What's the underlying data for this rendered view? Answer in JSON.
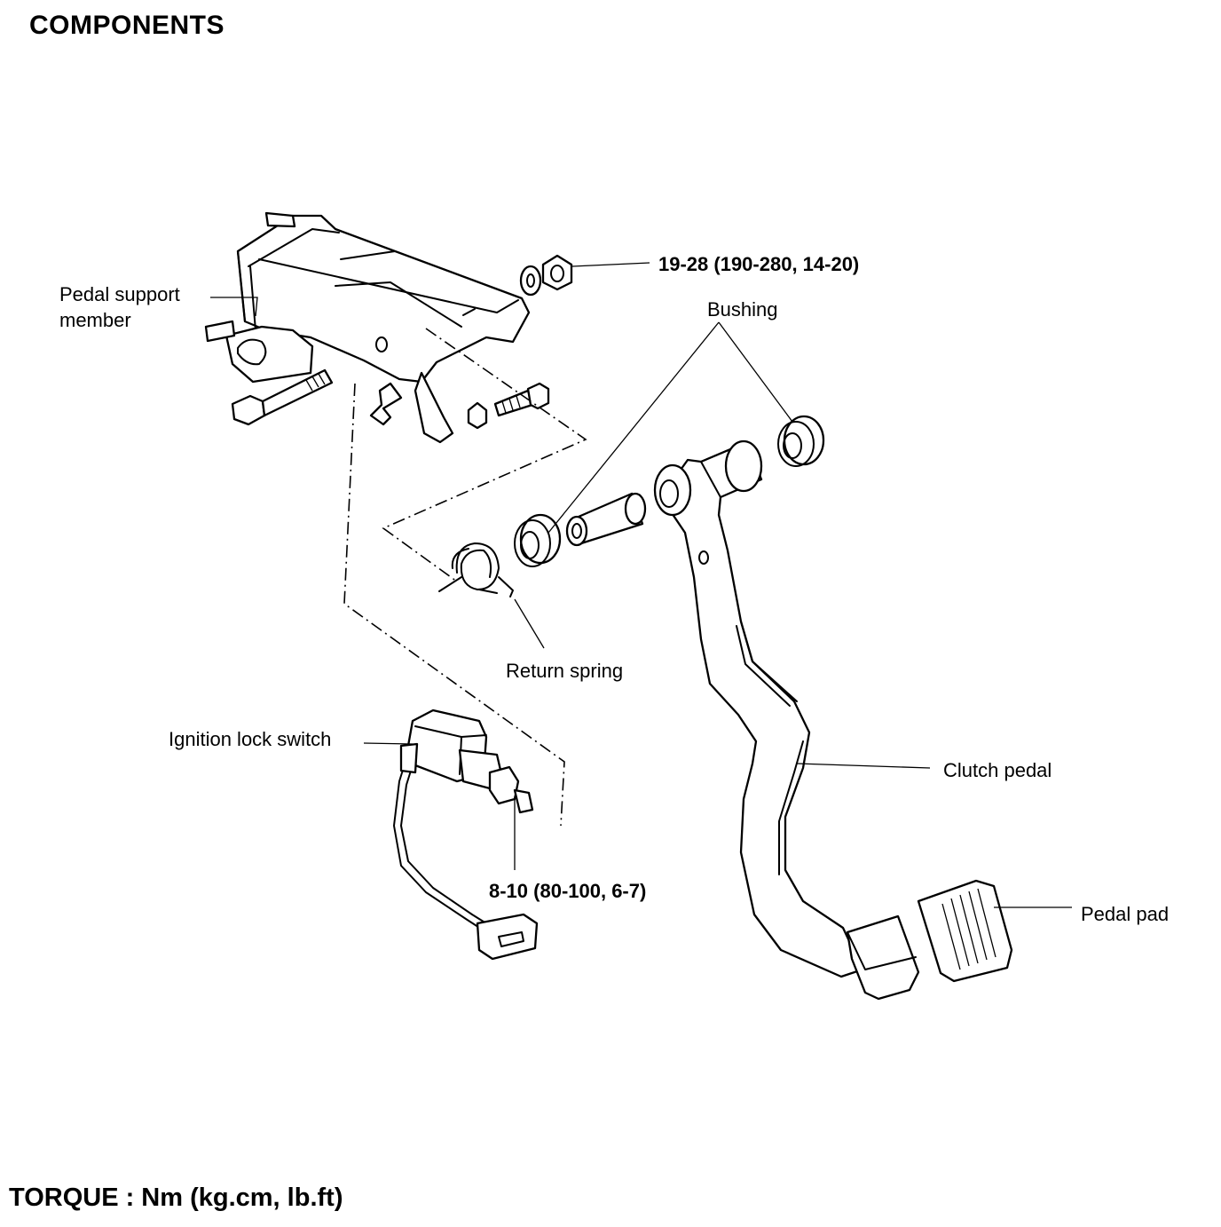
{
  "title": "COMPONENTS",
  "footer": "TORQUE : Nm (kg.cm, lb.ft)",
  "labels": {
    "pedal_support_line1": "Pedal  support",
    "pedal_support_line2": "member",
    "torque_nut": "19-28 (190-280, 14-20)",
    "bushing": "Bushing",
    "return_spring": "Return spring",
    "ignition_lock_switch": "Ignition lock switch",
    "clutch_pedal": "Clutch pedal",
    "torque_switch": "8-10 (80-100, 6-7)",
    "pedal_pad": "Pedal pad"
  },
  "icons": [
    "pedal-support-member-icon",
    "nut-washer-icon",
    "bolt-icon",
    "bushing-icon",
    "pivot-sleeve-icon",
    "return-spring-icon",
    "ignition-lock-switch-icon",
    "clutch-pedal-icon",
    "pedal-pad-icon"
  ]
}
